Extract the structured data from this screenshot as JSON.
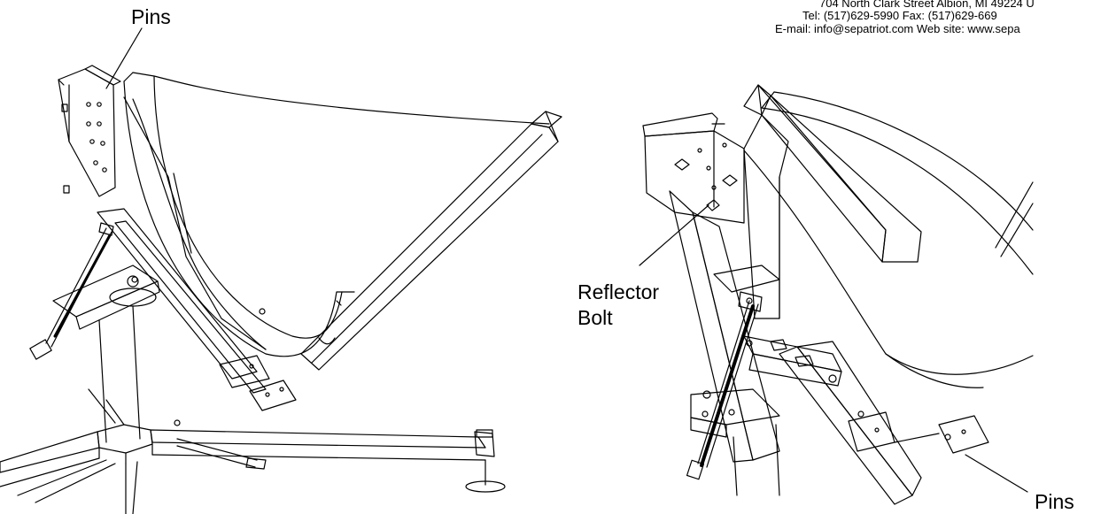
{
  "header": {
    "address": "704 North Clark Street Albion, MI 49224 U",
    "phone_fax": "Tel:   (517)629-5990 Fax:   (517)629-669",
    "email_web": "E-mail:  info@sepatriot.com Web site:  www.sepa"
  },
  "callouts": {
    "pins_top": "Pins",
    "reflector_line1": "Reflector",
    "reflector_line2": "Bolt",
    "pins_bottom": "Pins"
  },
  "colors": {
    "line": "#000000",
    "background": "#ffffff"
  }
}
